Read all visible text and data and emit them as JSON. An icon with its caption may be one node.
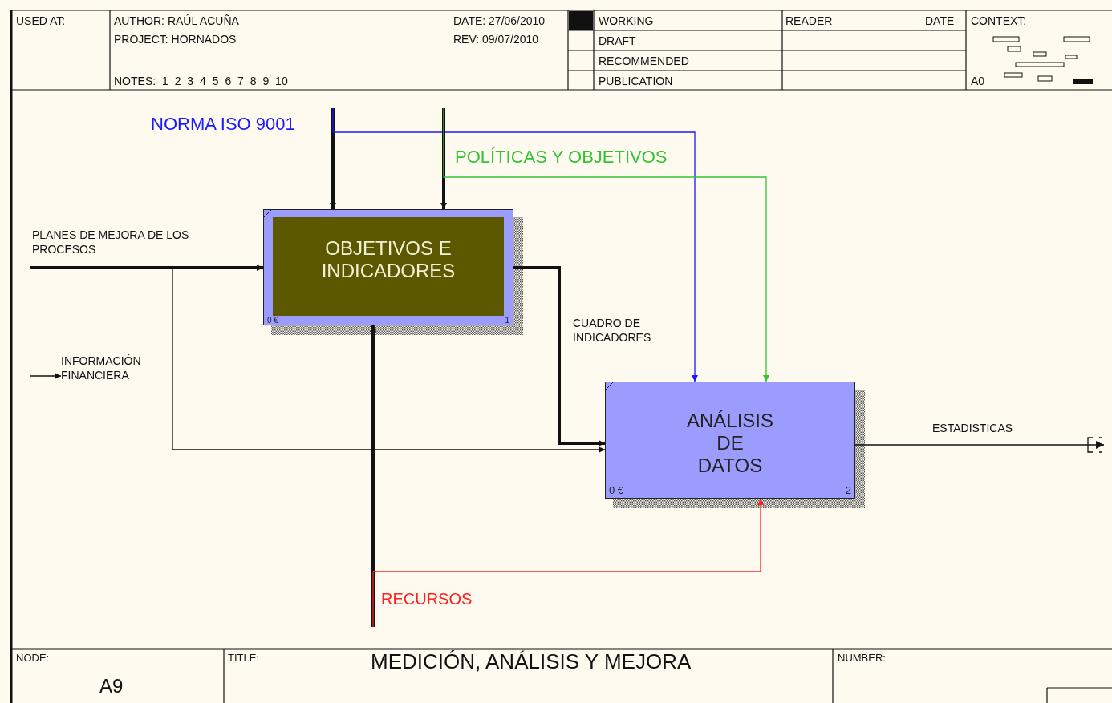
{
  "diagram": {
    "title": "MEDICIÓN, ANÁLISIS Y MEJORA",
    "nodes": [
      {
        "text": [
          "OBJETIVOS E INDICADORES",
          "0 €",
          "1"
        ]
      },
      {
        "text": [
          "ANÁLISIS DE DATOS",
          "0 €",
          "2"
        ]
      },
      {
        "text": [
          "INFORMACIÓN FINANCIERA"
        ]
      }
    ],
    "edges": [
      {
        "from": null,
        "to": 0,
        "arrow": "to",
        "style": "thick"
      },
      {
        "from": null,
        "to": 1,
        "arrow": "to",
        "label": "NORMA ISO 9001",
        "color": "#1a1aff"
      },
      {
        "from": null,
        "to": 0,
        "arrow": "to",
        "style": "thick"
      },
      {
        "from": null,
        "to": 1,
        "arrow": "to",
        "label": "POLÍTICAS Y OBJETIVOS",
        "color": "#33c433"
      },
      {
        "from": null,
        "to": 0,
        "arrow": "to",
        "label": "PLANES DE MEJORA DE LOS PROCESOS",
        "style": "thick"
      },
      {
        "from": null,
        "to": 1,
        "arrow": "to"
      },
      {
        "from": null,
        "to": 2,
        "arrow": "to"
      },
      {
        "from": 0,
        "to": 1,
        "arrow": "to",
        "label": "CUADRO DE INDICADORES",
        "style": "thick"
      },
      {
        "from": null,
        "to": 0,
        "arrow": "to",
        "style": "thick"
      },
      {
        "from": null,
        "to": 1,
        "arrow": "to",
        "label": "RECURSOS",
        "color": "#ff2020"
      },
      {
        "from": 1,
        "to": null,
        "arrow": "to",
        "label": "ESTADISTICAS"
      }
    ],
    "labels": [
      "USED AT:",
      "AUTHOR: RAÚL ACUÑA",
      "PROJECT: HORNADOS",
      "NOTES: 1 2 3 4 5 6 7 8 9 10",
      "DATE: 27/06/2010",
      "REV: 09/07/2010",
      "WORKING",
      "DRAFT",
      "RECOMMENDED",
      "PUBLICATION",
      "READER",
      "DATE",
      "CONTEXT:",
      "A0",
      "NODE:",
      "A9",
      "TITLE:",
      "NUMBER:"
    ]
  }
}
